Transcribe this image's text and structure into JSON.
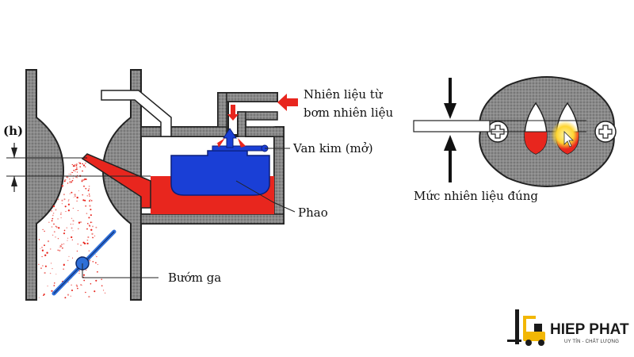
{
  "labels": {
    "height_marker": "(h)",
    "fuel_from_pump_line1": "Nhiên liệu từ",
    "fuel_from_pump_line2": "bơm nhiên liệu",
    "needle_valve": "Van kim (mở)",
    "float": "Phao",
    "throttle": "Bướm ga",
    "correct_fuel_level": "Mức nhiên liệu đúng"
  },
  "brand": {
    "name": "HIEP PHAT",
    "tagline": "UY TÍN - CHẤT LƯỢNG",
    "icon": "forklift-icon"
  },
  "colors": {
    "wall": "#7a7a7a",
    "fuel": "#e8261e",
    "float": "#1a3fd6",
    "needle": "#1a3fd6",
    "arrow": "#e8261e",
    "throttle": "#2f6fd8",
    "brand_yellow": "#f2b705",
    "highlight": "#ffd633"
  }
}
